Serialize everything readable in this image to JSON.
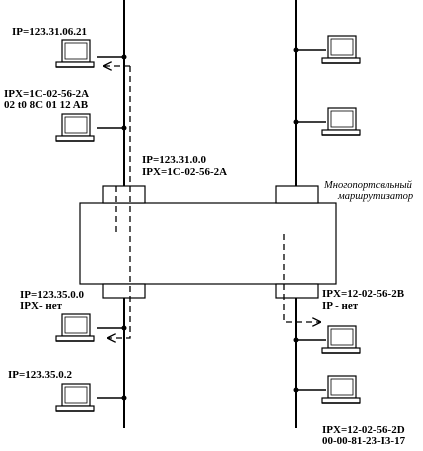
{
  "labels": {
    "ip_top_left": "IP=123.31.06.21",
    "ipx_left_1": "IPX=1C-02-56-2A",
    "mac_left_1": "02 t0 8C 01 12 AB",
    "router_ip_upper": "IP=123.31.0.0",
    "router_ipx_upper": "IPX=1C-02-56-2A",
    "router_caption_1": "Многопортсвльный",
    "router_caption_2": "маршрутизатор",
    "ip_lower_left": "IP=123.35.0.0",
    "ipx_lower_left": "IPX- нет",
    "ipx_lower_right": "IPX=12-02-56-2B",
    "ip_lower_right": "IP - нет",
    "ip_bottom_left": "IP=123.35.0.2",
    "ipx_bottom_right": "IPX=12-02-56-2D",
    "mac_bottom_right": "00-00-81-23-I3-17"
  }
}
